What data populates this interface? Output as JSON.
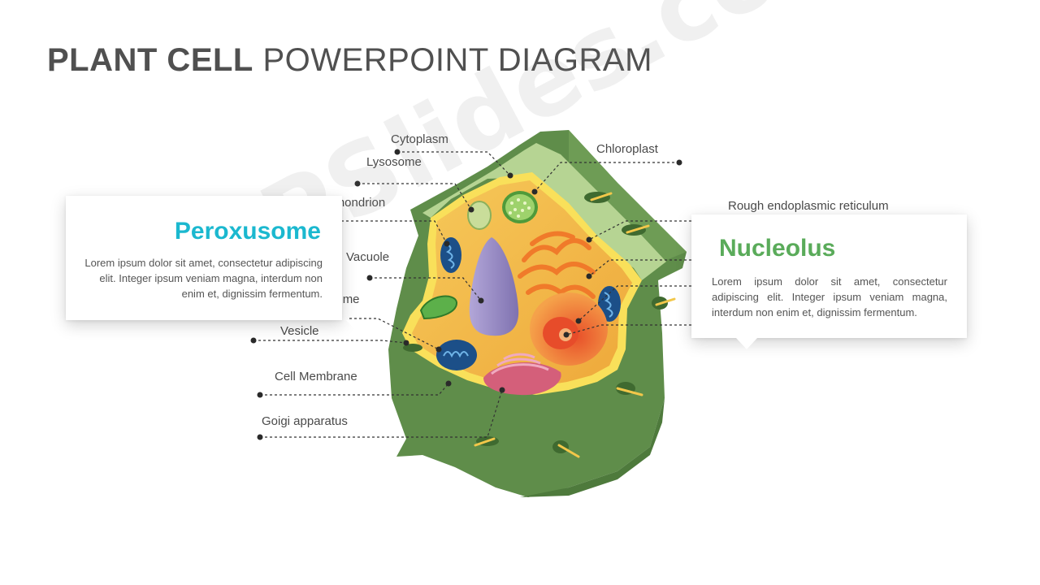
{
  "title": {
    "bold": "PLANT CELL",
    "rest": "POWERPOINT DIAGRAM"
  },
  "labels": {
    "cytoplasm": "Cytoplasm",
    "lysosome": "Lysosome",
    "chloroplast": "Chloroplast",
    "mitochondrion": "Mitochondrion",
    "rough_er": "Rough endoplasmic reticulum",
    "vacuole": "Vacuole",
    "ribosome": "Ribosome",
    "vesicle": "Vesicle",
    "cell_membrane": "Cell Membrane",
    "golgi": "Goigi apparatus"
  },
  "callout_left": {
    "heading": "Peroxusome",
    "body": "Lorem ipsum dolor sit amet, consectetur adipiscing elit. Integer ipsum veniam magna, interdum non enim et, dignissim fermentum.",
    "heading_color": "#1bb8cf"
  },
  "callout_right": {
    "heading": "Nucleolus",
    "body": "Lorem ipsum dolor sit amet, consectetur adipiscing elit. Integer ipsum veniam magna, interdum non enim et, dignissim fermentum.",
    "heading_color": "#5aab5a"
  },
  "watermark": "PSlides.com",
  "colors": {
    "cell_wall": "#5c8a48",
    "cytoplasm": "#f2b84a",
    "vacuole": "#9b8fc6",
    "mitochondria": "#1f5fa0",
    "golgi": "#d4607a",
    "nucleus": "#f08a3a"
  }
}
